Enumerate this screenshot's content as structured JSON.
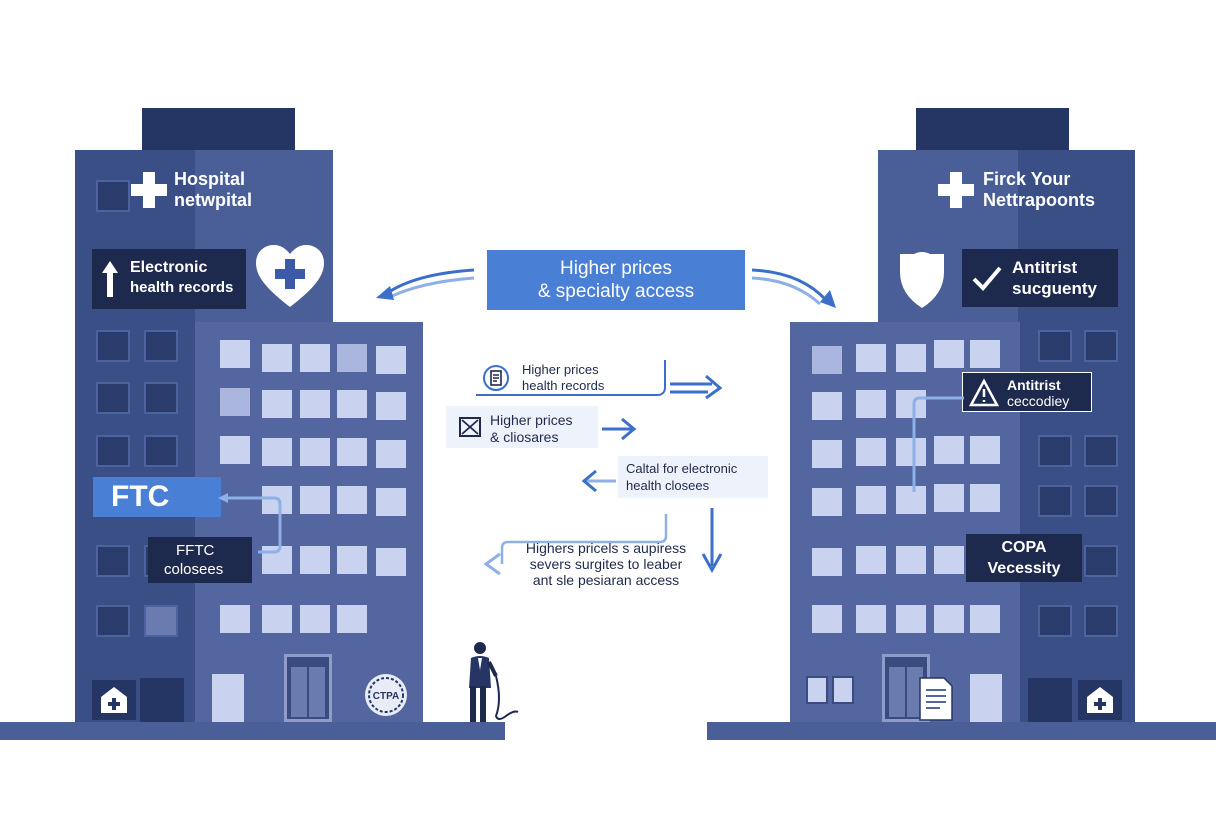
{
  "left_building": {
    "title_line1": "Hospital",
    "title_line2": "netwpital",
    "ehr_line1": "Electronic",
    "ehr_line2": "health records",
    "ftc_label": "FTC",
    "fftc_line1": "FFTC",
    "fftc_line2": "colosees",
    "seal_text": "CTPA"
  },
  "right_building": {
    "title_line1": "Firck Your",
    "title_line2": "Nettrapoonts",
    "antitrust1_line1": "Antitrist",
    "antitrust1_line2": "sucguenty",
    "antitrust2_line1": "Antitrist",
    "antitrust2_line2": "ceccodiey",
    "copa_line1": "COPA",
    "copa_line2": "Vecessity"
  },
  "center": {
    "main_line1": "Higher prices",
    "main_line2": "& specialty access",
    "box1_line1": "Higher prices",
    "box1_line2": "health records",
    "box2_line1": "Higher prices",
    "box2_line2": "& cliosares",
    "box3_line1": "Caltal for electronic",
    "box3_line2": "health closees",
    "bottom_line1": "Highers pricels s aupiress",
    "bottom_line2": "severs surgites to leaber",
    "bottom_line3": "ant sle pesiaran access"
  },
  "colors": {
    "building_dark": "#394f86",
    "building_mid": "#5466a0",
    "building_top": "#263664",
    "label_dark": "#1e2a4d",
    "accent_blue": "#4a7fd6",
    "arrow_blue": "#3b6fc9"
  }
}
